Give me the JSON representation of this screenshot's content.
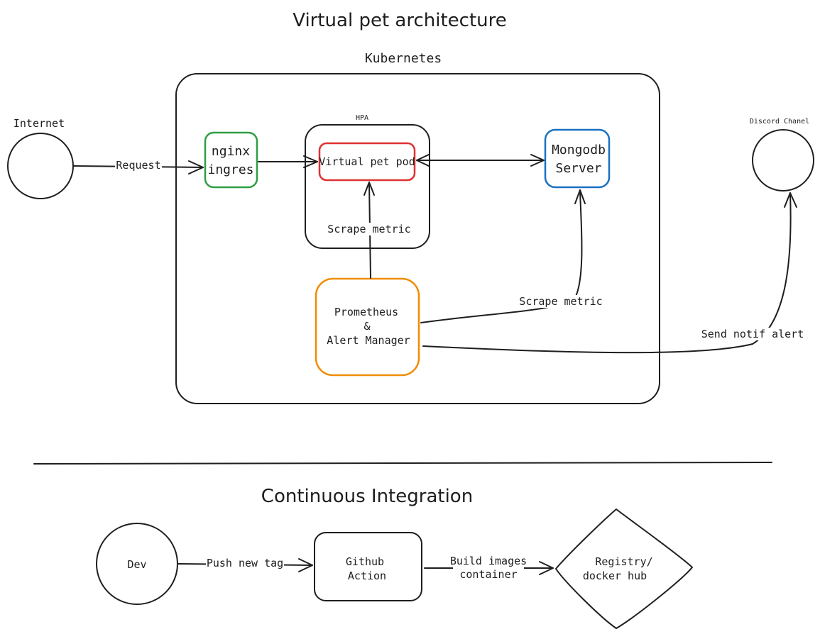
{
  "titles": {
    "main": "Virtual pet architecture",
    "kubernetes": "Kubernetes",
    "ci": "Continuous Integration"
  },
  "nodes": {
    "internet": "Internet",
    "discord": "Discord Chanel",
    "hpa": "HPA",
    "nginx_line1": "nginx",
    "nginx_line2": "ingres",
    "pod": "Virtual pet pod",
    "mongo_line1": "Mongodb",
    "mongo_line2": "Server",
    "prom_line1": "Prometheus",
    "prom_line2": "&",
    "prom_line3": "Alert Manager",
    "dev": "Dev",
    "github_line1": "Github",
    "github_line2": "Action",
    "registry_line1": "Registry/",
    "registry_line2": "docker hub"
  },
  "edges": {
    "request": "Request",
    "scrape_pod": "Scrape metric",
    "scrape_mongo": "Scrape metric",
    "send_alert": "Send notif alert",
    "push_tag": "Push new tag",
    "build_line1": "Build images",
    "build_line2": "container"
  },
  "colors": {
    "nginx": "#2f9e44",
    "pod": "#e03131",
    "mongo": "#1971c2",
    "prometheus": "#f08c00",
    "ink": "#1e1e1e"
  }
}
